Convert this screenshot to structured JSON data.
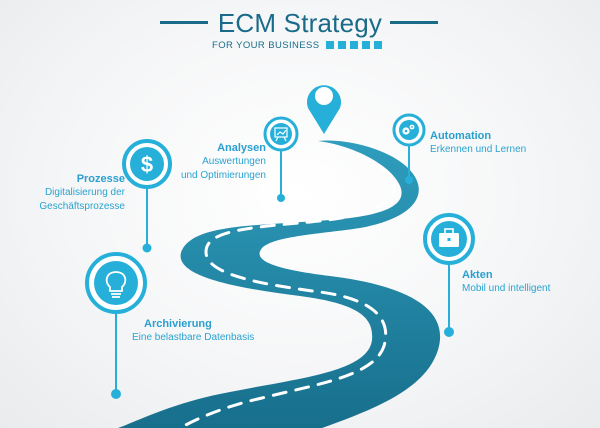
{
  "header": {
    "title": "ECM Strategy",
    "subtitle": "FOR YOUR BUSINESS"
  },
  "colors": {
    "road": "#1b7a96",
    "road_light": "#3ba5c3",
    "accent": "#26b0d9",
    "title": "#1a6b8a"
  },
  "milestones": {
    "prozesse": {
      "title": "Prozesse",
      "desc1": "Digitalisierung der",
      "desc2": "Geschäftsprozesse",
      "icon": "dollar-icon"
    },
    "analysen": {
      "title": "Analysen",
      "desc1": "Auswertungen",
      "desc2": "und Optimierungen",
      "icon": "chart-board-icon"
    },
    "automation": {
      "title": "Automation",
      "desc1": "Erkennen und Lernen",
      "icon": "gears-icon"
    },
    "akten": {
      "title": "Akten",
      "desc1": "Mobil und intelligent",
      "icon": "briefcase-icon"
    },
    "archivierung": {
      "title": "Archivierung",
      "desc1": "Eine belastbare Datenbasis",
      "icon": "lightbulb-icon"
    }
  },
  "goal": {
    "icon": "map-pin-icon"
  }
}
